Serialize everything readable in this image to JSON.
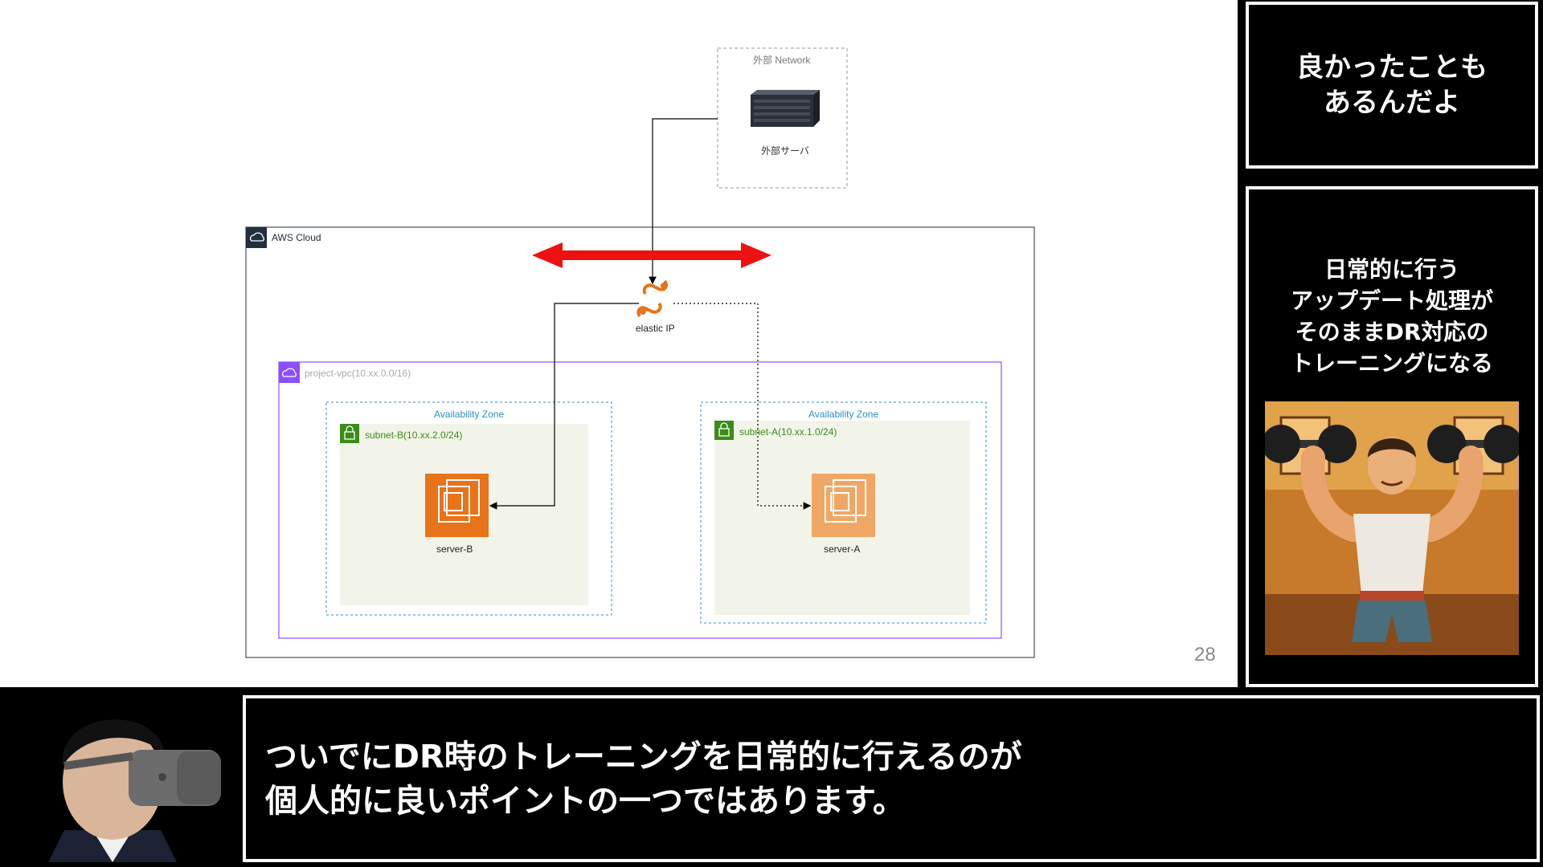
{
  "diagram": {
    "external_network_label": "外部 Network",
    "external_server_label": "外部サーバ",
    "aws_cloud_label": "AWS Cloud",
    "elastic_ip_label": "elastic IP",
    "vpc_label": "project-vpc(10.xx.0.0/16)",
    "az_left_label": "Availability Zone",
    "az_right_label": "Availability Zone",
    "subnet_b_label": "subnet-B(10.xx.2.0/24)",
    "subnet_a_label": "subnet-A(10.xx.1.0/24)",
    "server_b_label": "server-B",
    "server_a_label": "server-A",
    "colors": {
      "arrow_red": "#ee1111",
      "ec2_orange": "#e8731a",
      "ec2_orange_light": "#f0a766",
      "subnet_green": "#3d8b1a",
      "az_blue": "#2f8fc4",
      "vpc_purple": "#8c4fff"
    }
  },
  "page_number": "28",
  "side_panel": {
    "top_text": "良かったことも\nあるんだよ",
    "bottom_text": "日常的に行う\nアップデート処理が\nそのままDR対応の\nトレーニングになる"
  },
  "caption": {
    "text": "ついでにDR時のトレーニングを日常的に行えるのが\n個人的に良いポイントの一つではあります。"
  }
}
